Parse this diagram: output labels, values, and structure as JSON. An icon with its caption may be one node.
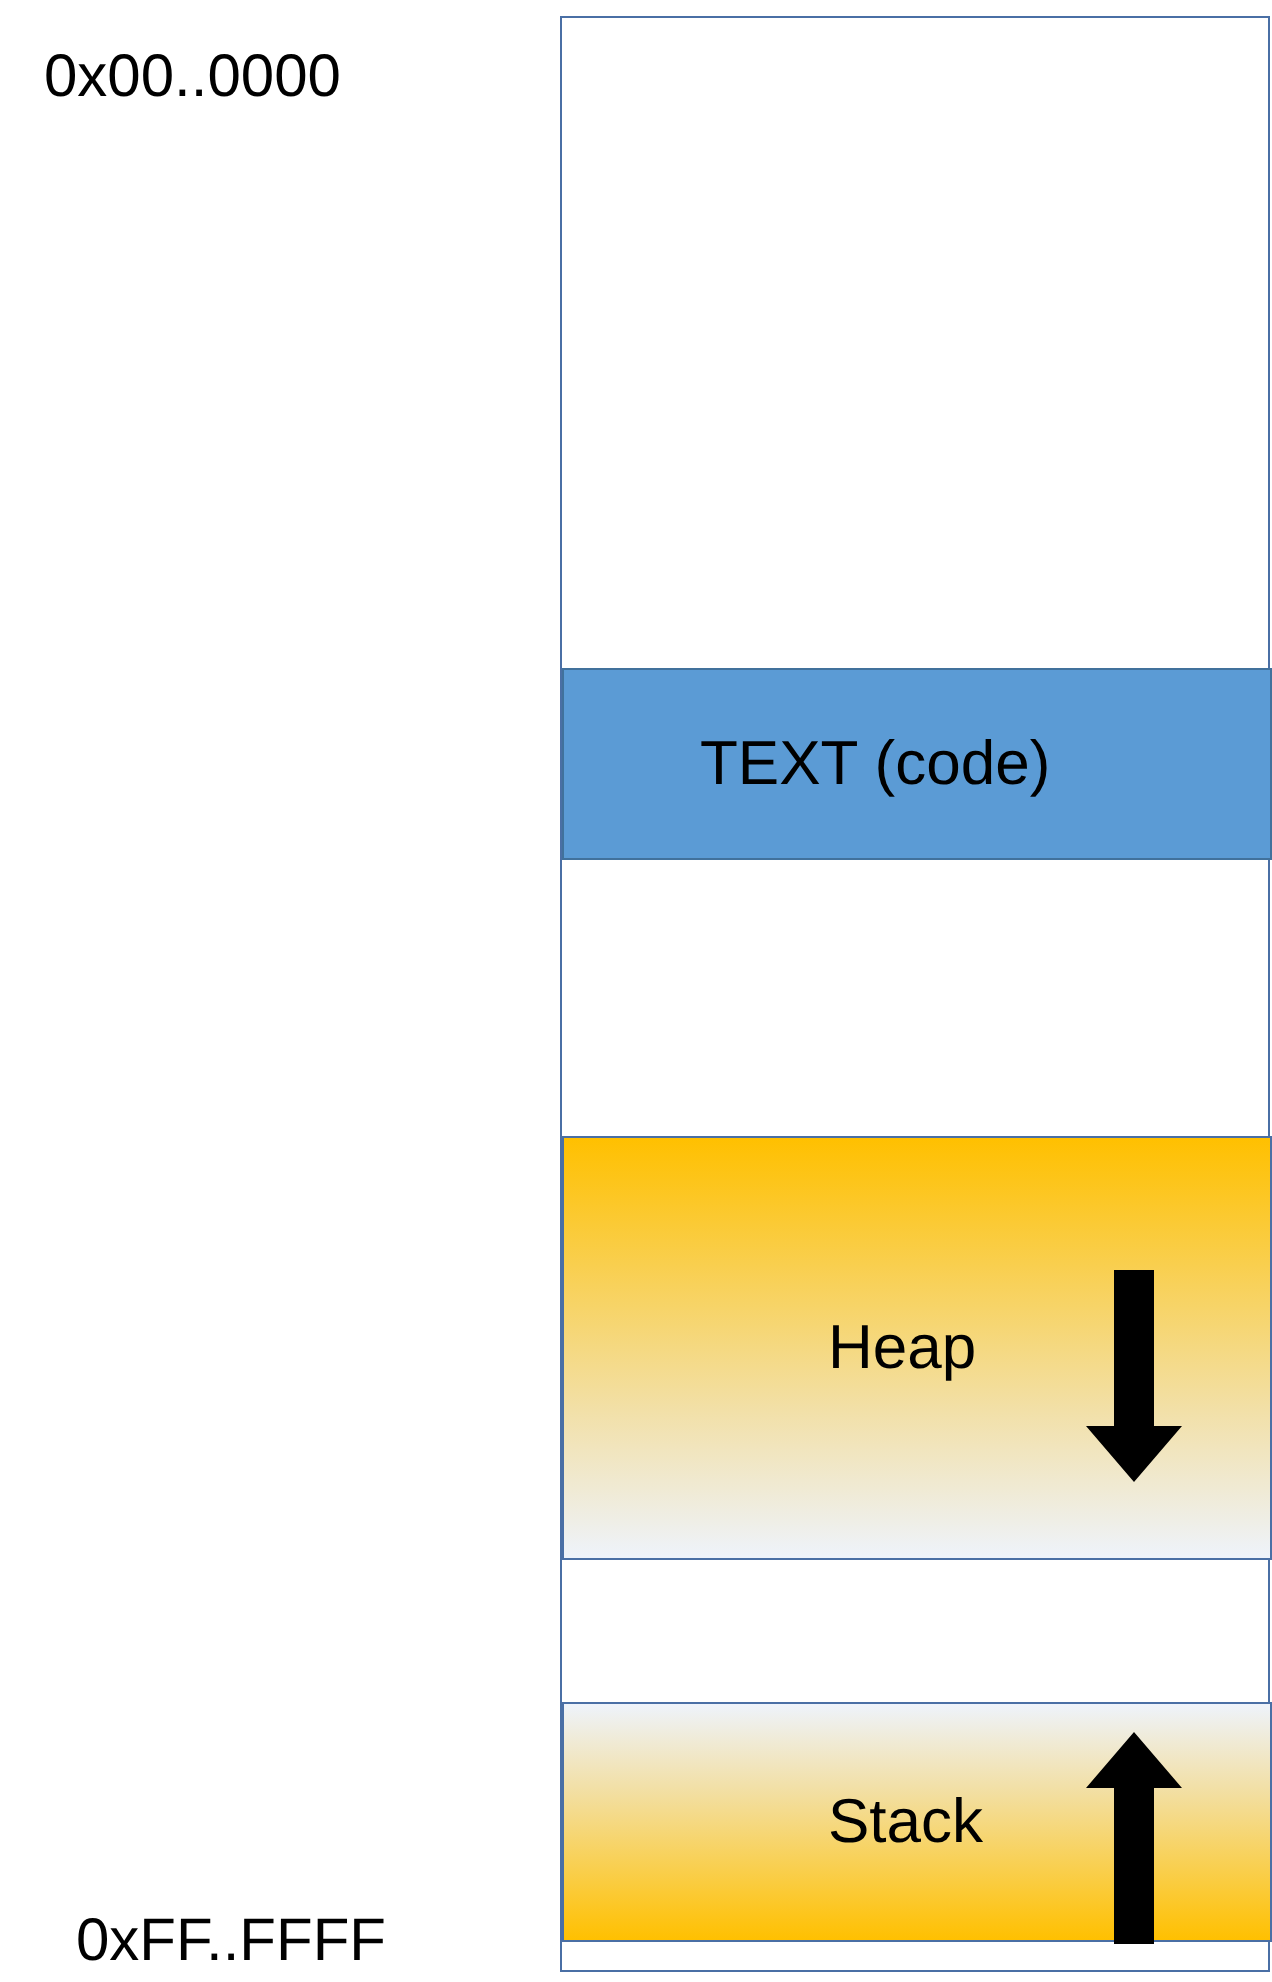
{
  "diagram": {
    "nodes": [
      {
        "text": [],
        "shape": "box"
      },
      {
        "text": [
          "TEXT (code)"
        ],
        "in": 0
      },
      {
        "text": [
          "Heap"
        ],
        "in": 0
      },
      {
        "text": [
          "Stack"
        ],
        "in": 0
      }
    ],
    "labels": [
      "0x00..0000",
      "0xFF..FFFF"
    ]
  }
}
